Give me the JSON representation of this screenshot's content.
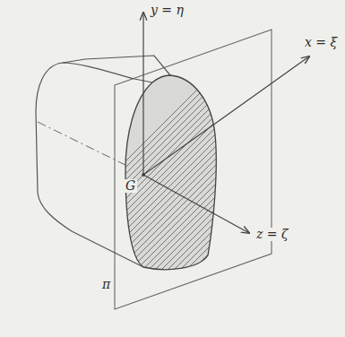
{
  "diagram": {
    "labels": [
      "y = η",
      "x = ξ",
      "z = ζ",
      "G",
      "π"
    ]
  }
}
